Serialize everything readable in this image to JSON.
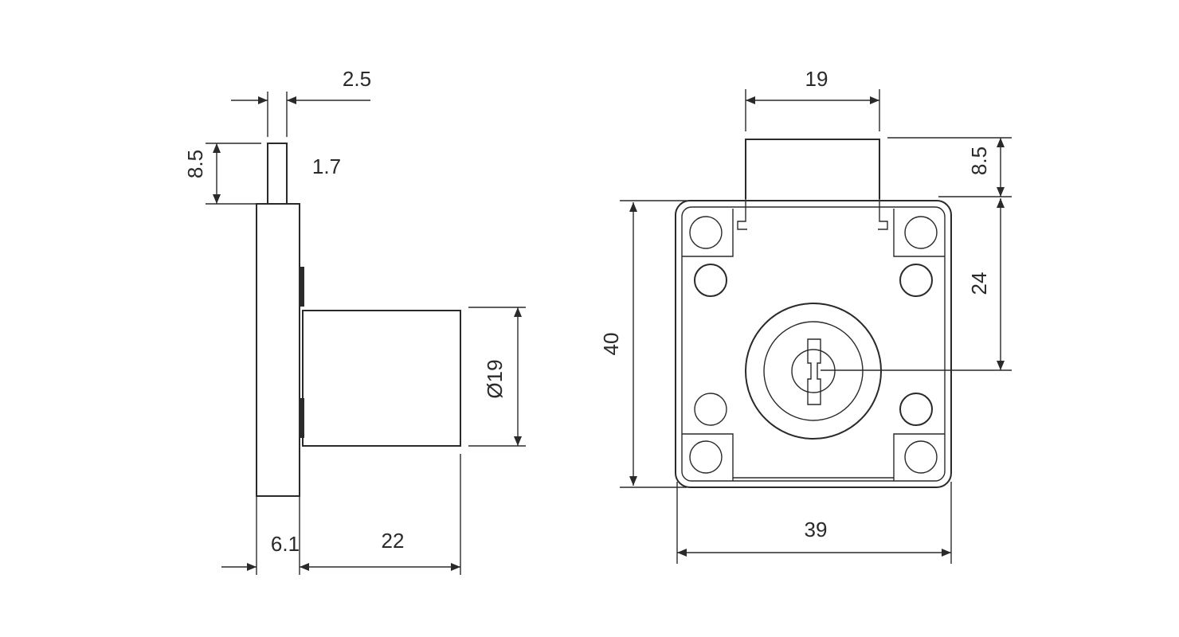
{
  "side_view": {
    "dims": {
      "shaft_width": "2.5",
      "shaft_height": "8.5",
      "shaft_thickness": "1.7",
      "cylinder_diameter": "Ø19",
      "plate_thickness": "6.1",
      "body_depth": "22"
    }
  },
  "front_view": {
    "dims": {
      "bolt_width": "19",
      "bolt_height": "8.5",
      "key_center_offset": "24",
      "body_height": "40",
      "body_width": "39"
    }
  }
}
